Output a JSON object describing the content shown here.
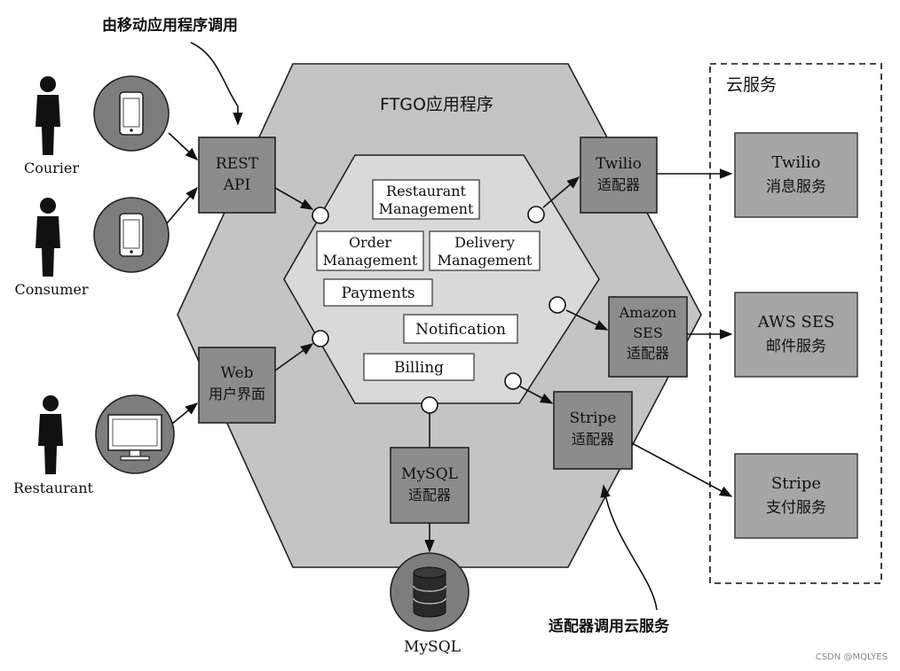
{
  "annotations": {
    "top": "由移动应用程序调用",
    "bottom": "适配器调用云服务",
    "watermark": "CSDN @MQLYES"
  },
  "app": {
    "title": "FTGO应用程序",
    "modules": [
      {
        "lines": [
          "Restaurant",
          "Management"
        ]
      },
      {
        "lines": [
          "Order",
          "Management"
        ]
      },
      {
        "lines": [
          "Delivery",
          "Management"
        ]
      },
      {
        "lines": [
          "Payments"
        ]
      },
      {
        "lines": [
          "Notification"
        ]
      },
      {
        "lines": [
          "Billing"
        ]
      }
    ]
  },
  "actors": [
    {
      "label": "Courier",
      "device": "phone"
    },
    {
      "label": "Consumer",
      "device": "phone"
    },
    {
      "label": "Restaurant",
      "device": "monitor"
    }
  ],
  "inbound_adapters": [
    {
      "lines": [
        "REST",
        "API"
      ]
    },
    {
      "lines": [
        "Web",
        "用户界面"
      ]
    }
  ],
  "outbound_adapters": [
    {
      "lines": [
        "Twilio",
        "适配器"
      ]
    },
    {
      "lines": [
        "Amazon",
        "SES",
        "适配器"
      ]
    },
    {
      "lines": [
        "Stripe",
        "适配器"
      ]
    },
    {
      "lines": [
        "MySQL",
        "适配器"
      ]
    }
  ],
  "cloud": {
    "title": "云服务",
    "services": [
      {
        "lines": [
          "Twilio",
          "消息服务"
        ]
      },
      {
        "lines": [
          "AWS SES",
          "邮件服务"
        ]
      },
      {
        "lines": [
          "Stripe",
          "支付服务"
        ]
      }
    ]
  },
  "database": {
    "label": "MySQL"
  }
}
